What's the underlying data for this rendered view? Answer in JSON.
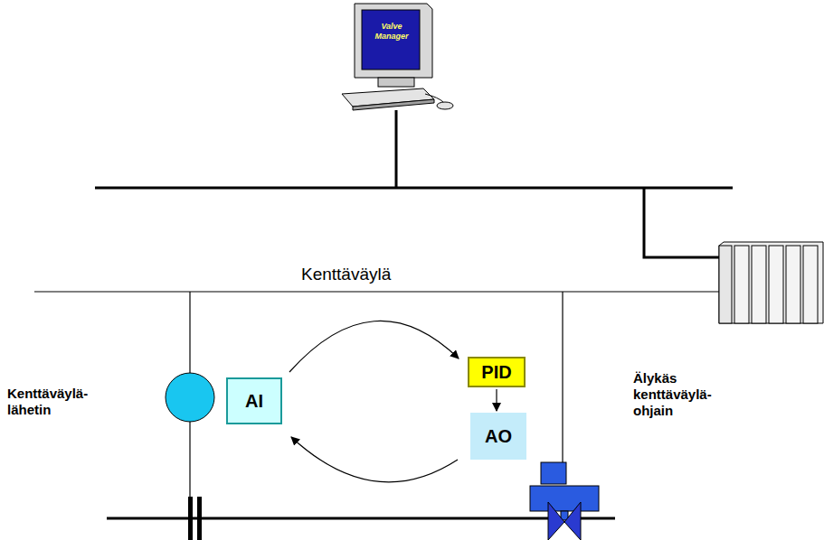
{
  "diagram": {
    "nodes": [
      {
        "text": [
          "AI"
        ]
      },
      {
        "text": [
          "PID"
        ]
      },
      {
        "text": [
          "AO"
        ]
      }
    ],
    "edges": [
      {
        "from": 0,
        "to": 1,
        "arrow": "to"
      },
      {
        "from": 1,
        "to": 2,
        "arrow": "to"
      },
      {
        "from": 2,
        "to": 0,
        "arrow": "to"
      }
    ],
    "labels": [
      "Valve Manager",
      "Kenttäväylä",
      "Kenttäväylä-lähetin",
      "Älykäs kenttäväylä-ohjain"
    ]
  }
}
